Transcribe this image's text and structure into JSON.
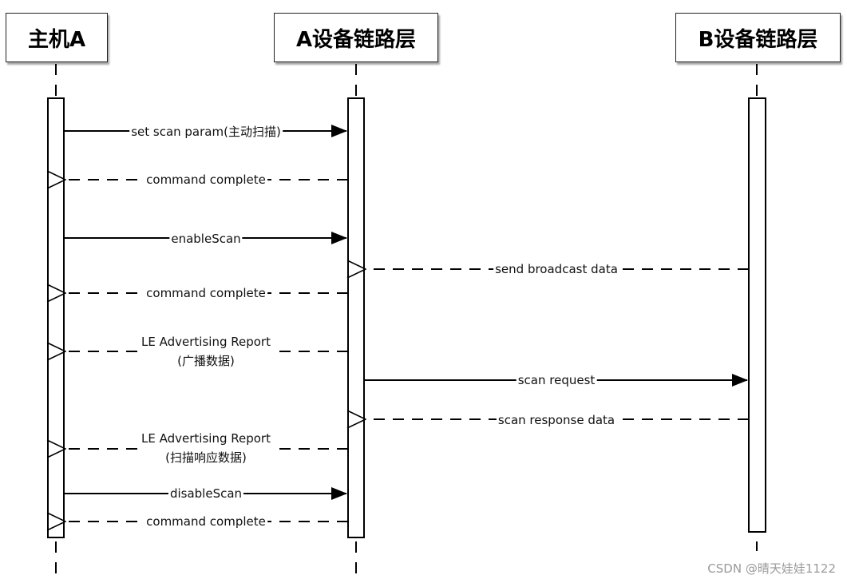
{
  "participants": {
    "host": "主机A",
    "linkA": "A设备链路层",
    "linkB": "B设备链路层"
  },
  "messages": {
    "m1": "set scan param(主动扫描)",
    "m2": "command complete",
    "m3": "enableScan",
    "m4": "send broadcast data",
    "m5": "command complete",
    "m6_line1": "LE Advertising Report",
    "m6_line2": "(广播数据)",
    "m7": "scan request",
    "m8": "scan response data",
    "m9_line1": "LE Advertising Report",
    "m9_line2": "(扫描响应数据)",
    "m10": "disableScan",
    "m11": "command complete"
  },
  "watermark": "CSDN @晴天娃娃1122"
}
